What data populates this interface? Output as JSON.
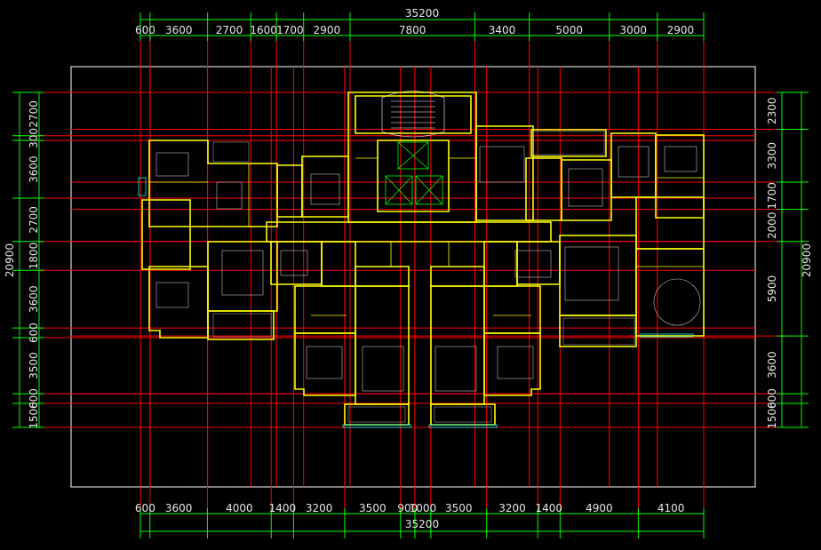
{
  "drawing": {
    "colors": {
      "background": "#000000",
      "dimension": "#00ff00",
      "grid": "#ff0000",
      "wall": "#ffff00",
      "frame": "#ffffff",
      "text": "#e6e6e6",
      "furniture": "#c0c0c0",
      "cyan": "#00ffff"
    },
    "top_dims": {
      "total": "35200",
      "segments": [
        "600",
        "3600",
        "2700",
        "1600",
        "1700",
        "2900",
        "7800",
        "3400",
        "5000",
        "3000",
        "2900"
      ]
    },
    "bottom_dims": {
      "total": "35200",
      "segments": [
        "600",
        "3600",
        "4000",
        "1400",
        "3200",
        "3500",
        "900",
        "1000",
        "3500",
        "3200",
        "1400",
        "4900",
        "4100"
      ]
    },
    "left_dims": {
      "total": "20900",
      "segments": [
        "2700",
        "300",
        "3600",
        "2700",
        "1800",
        "3600",
        "600",
        "3500",
        "600",
        "1500"
      ]
    },
    "right_dims": {
      "total": "20900",
      "segments": [
        "2300",
        "3300",
        "1700",
        "2000",
        "5900",
        "3600",
        "600",
        "1500"
      ]
    }
  }
}
